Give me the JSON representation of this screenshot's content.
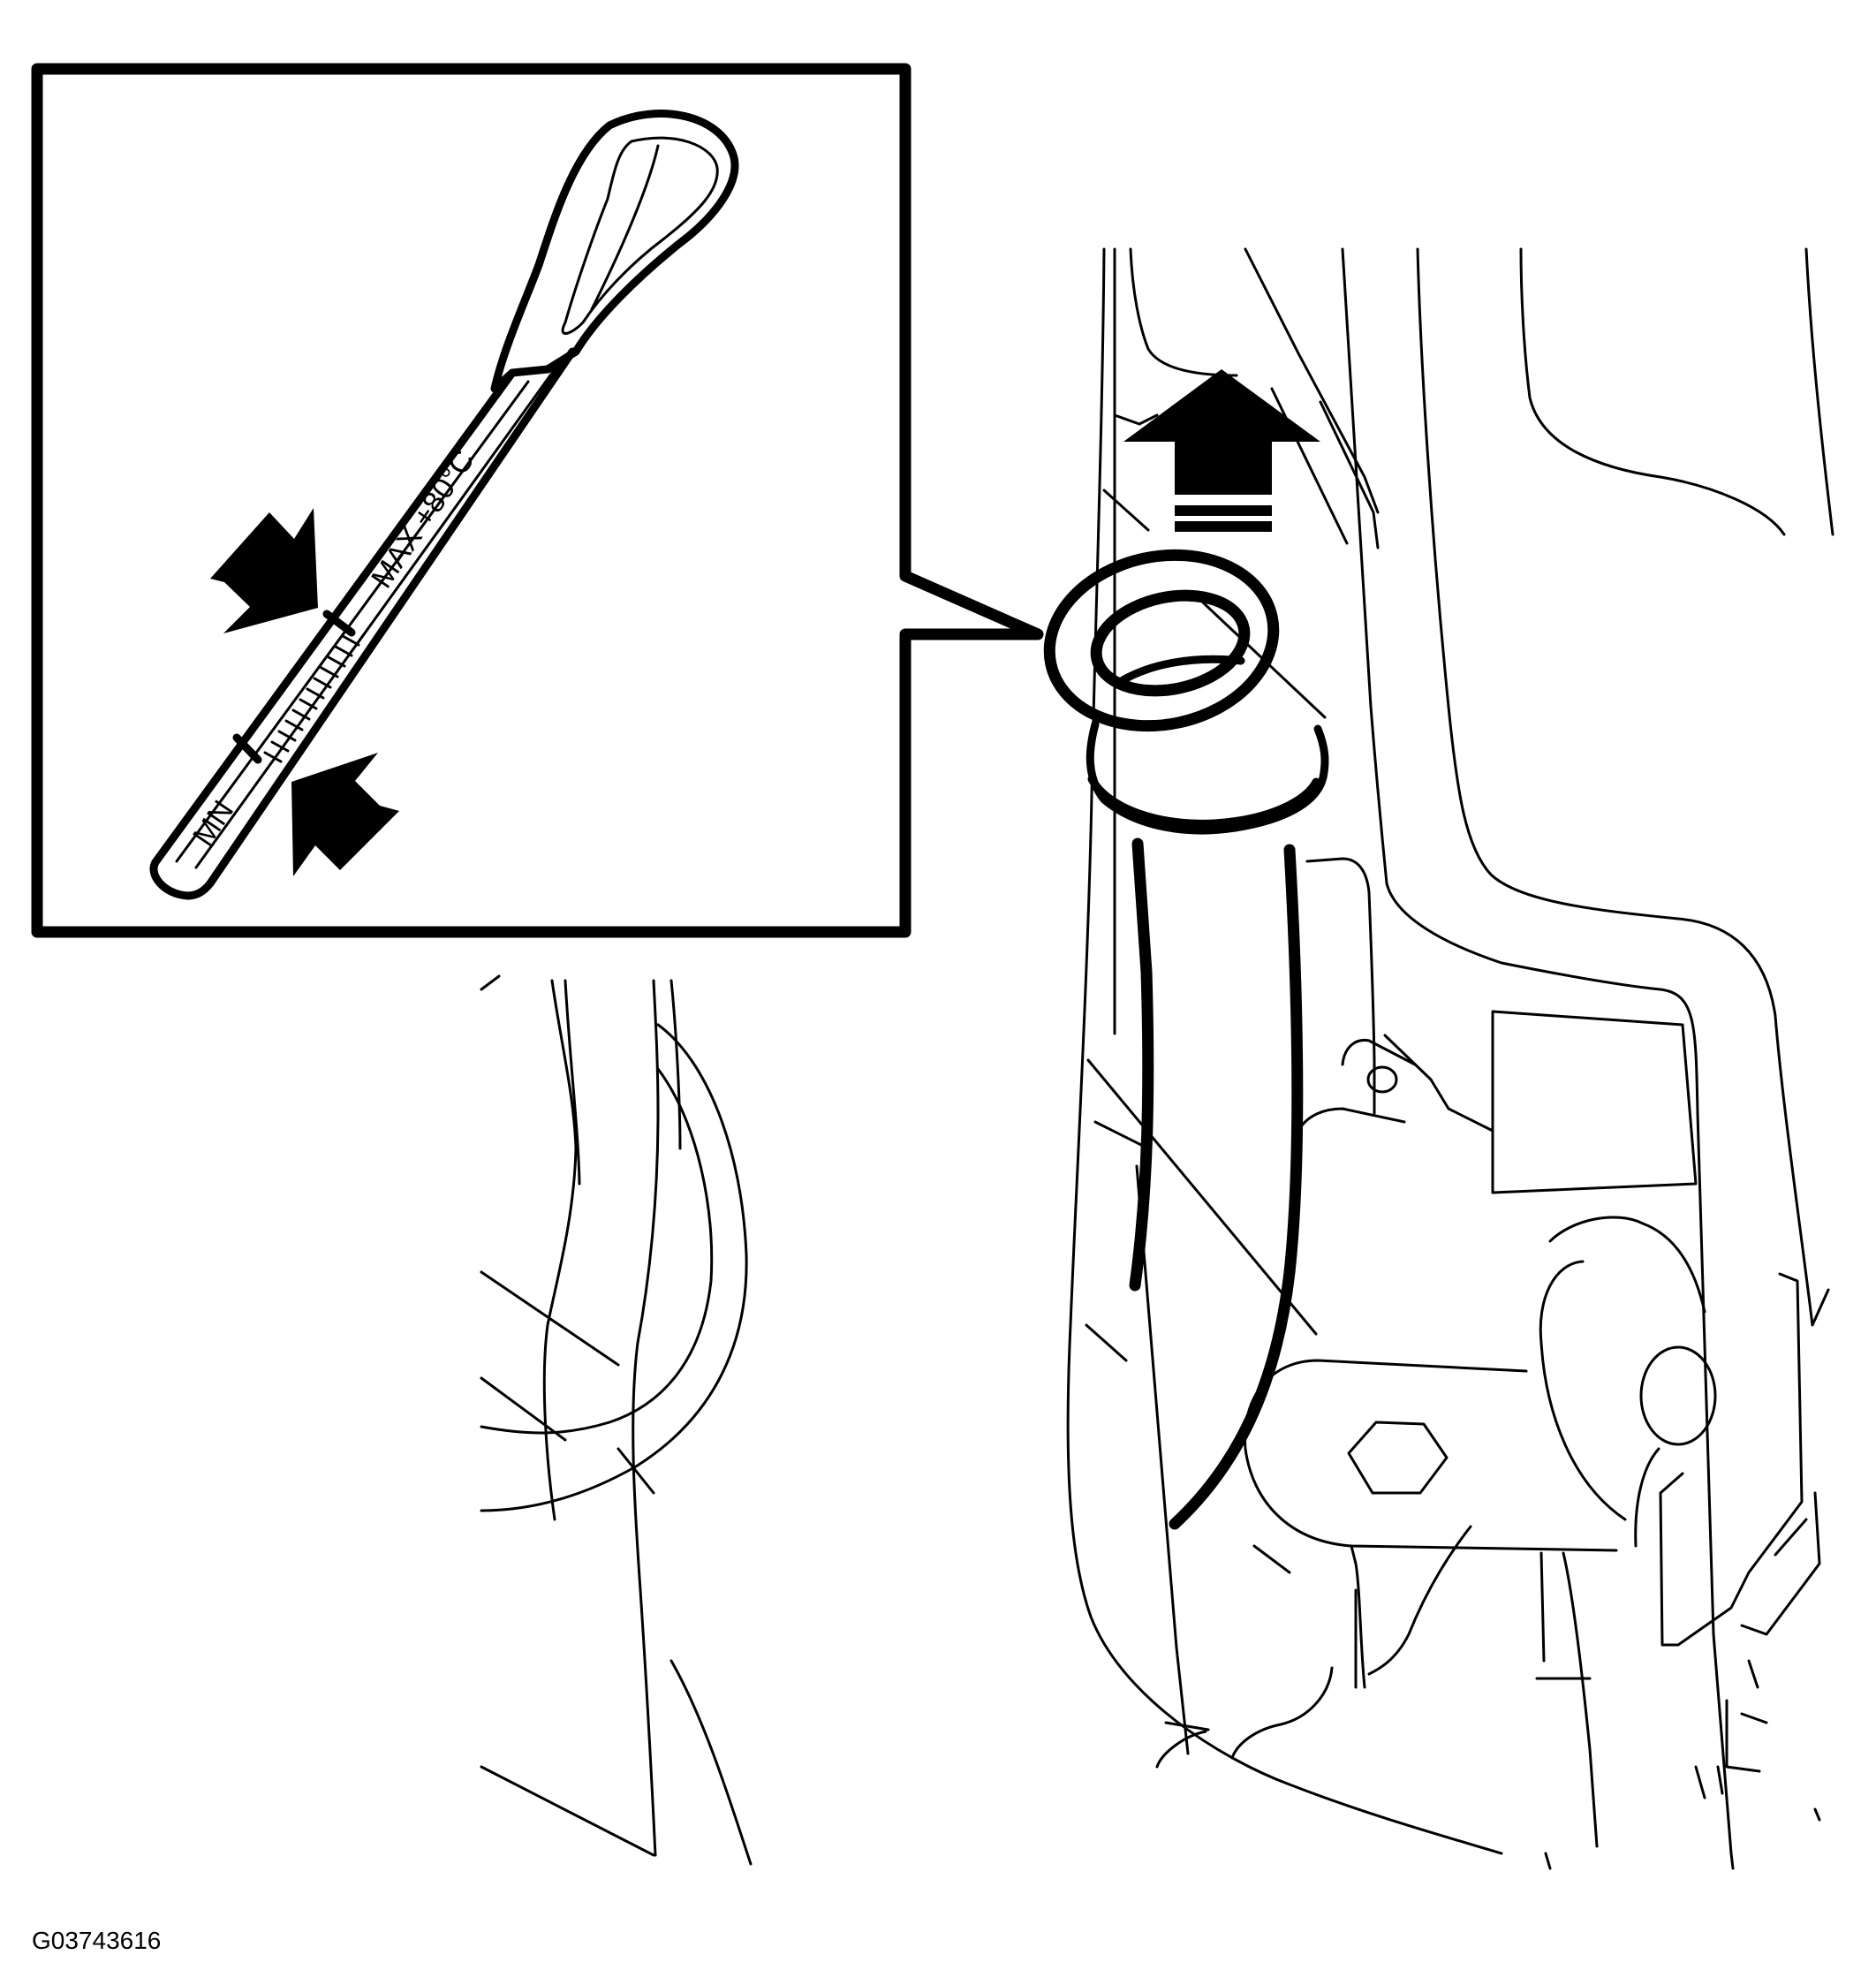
{
  "figure_id": "G03743616",
  "dipstick": {
    "min_label": "MN",
    "max_label": "MAX +80°C"
  },
  "ink_color": "#000000",
  "background_color": "#ffffff"
}
